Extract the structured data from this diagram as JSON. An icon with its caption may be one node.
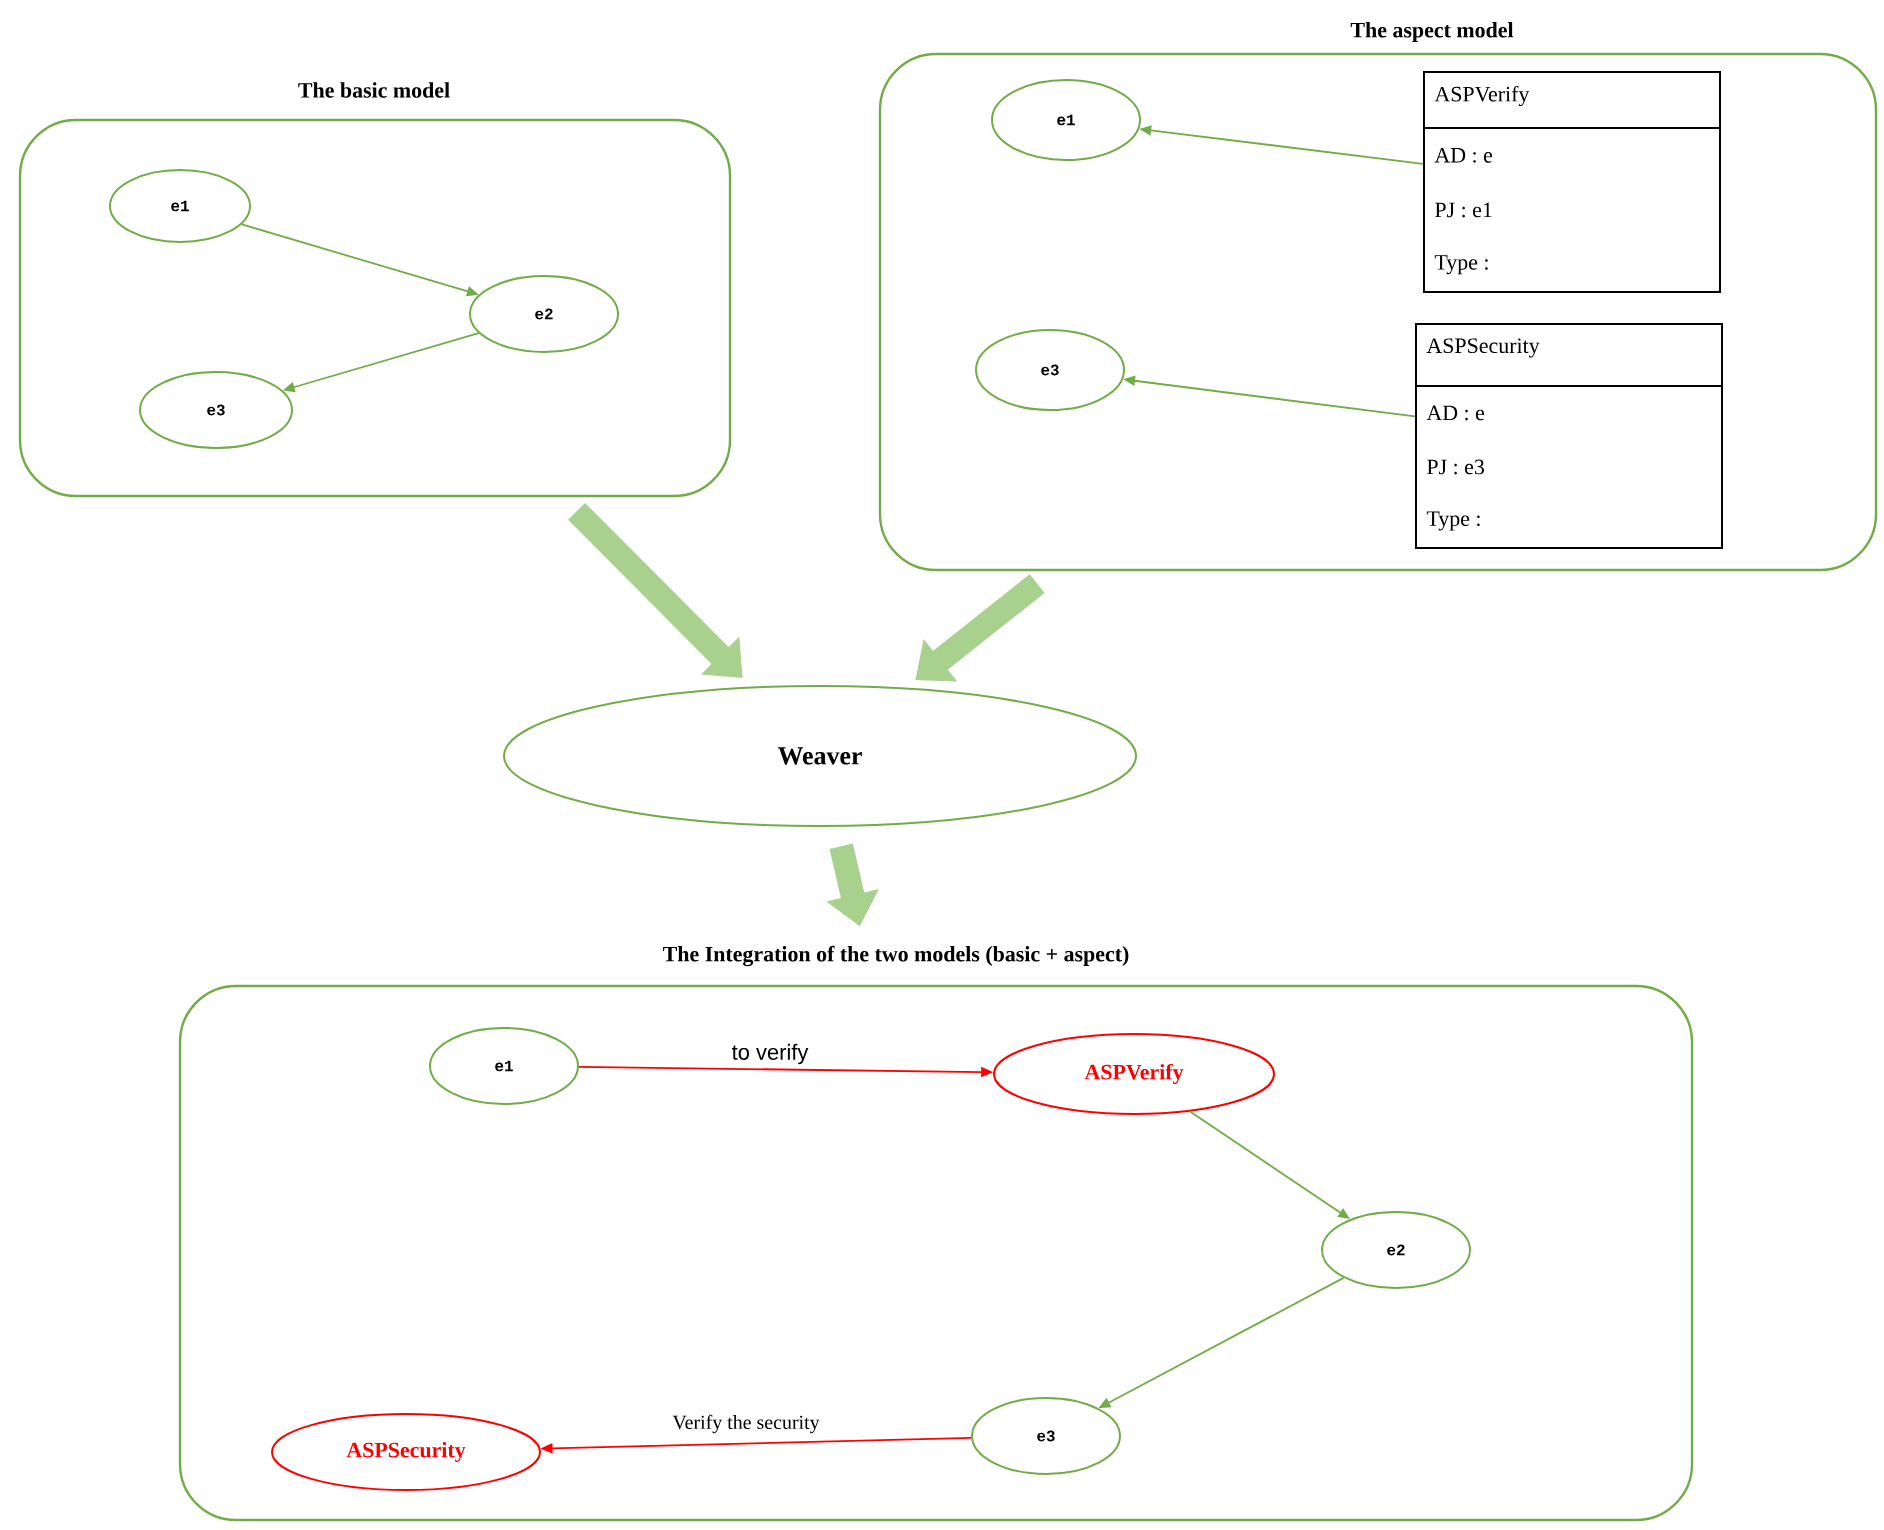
{
  "diagram": {
    "nodes": [
      {
        "text": [
          "The basic model"
        ]
      },
      {
        "text": [
          "e1"
        ],
        "in": 0
      },
      {
        "text": [
          "e2"
        ],
        "in": 0
      },
      {
        "text": [
          "e3"
        ],
        "in": 0
      },
      {
        "text": [
          "The aspect model"
        ]
      },
      {
        "text": [
          "e1"
        ],
        "in": 4
      },
      {
        "text": [
          "e3"
        ],
        "in": 4
      },
      {
        "text": [
          "ASPVerify",
          "AD : e",
          "PJ : e1",
          "Type :"
        ],
        "in": 4
      },
      {
        "text": [
          "ASPSecurity",
          "AD : e",
          "PJ : e3",
          "Type :"
        ],
        "in": 4
      },
      {
        "text": [
          "Weaver"
        ]
      },
      {
        "text": [
          "The Integration of the two models (basic + aspect)"
        ]
      },
      {
        "text": [
          "e1"
        ],
        "in": 10
      },
      {
        "text": [
          "ASPVerify"
        ],
        "in": 10
      },
      {
        "text": [
          "e2"
        ],
        "in": 10
      },
      {
        "text": [
          "e3"
        ],
        "in": 10
      },
      {
        "text": [
          "ASPSecurity"
        ],
        "in": 10
      }
    ],
    "edges": [
      {
        "from": 1,
        "to": 2,
        "arrow": "to"
      },
      {
        "from": 2,
        "to": 3,
        "arrow": "to"
      },
      {
        "from": 7,
        "to": 5,
        "arrow": "to"
      },
      {
        "from": 8,
        "to": 6,
        "arrow": "to"
      },
      {
        "from": 0,
        "to": 9,
        "arrow": "to",
        "style": "thick"
      },
      {
        "from": 4,
        "to": 9,
        "arrow": "to",
        "style": "thick"
      },
      {
        "from": 9,
        "to": 10,
        "arrow": "to",
        "style": "thick"
      },
      {
        "from": 11,
        "to": 12,
        "arrow": "to",
        "label": "to verify",
        "color": "#ff0000"
      },
      {
        "from": 12,
        "to": 13,
        "arrow": "to"
      },
      {
        "from": 13,
        "to": 14,
        "arrow": "to"
      },
      {
        "from": 14,
        "to": 15,
        "arrow": "to",
        "label": "Verify the security",
        "color": "#ff0000"
      }
    ]
  }
}
